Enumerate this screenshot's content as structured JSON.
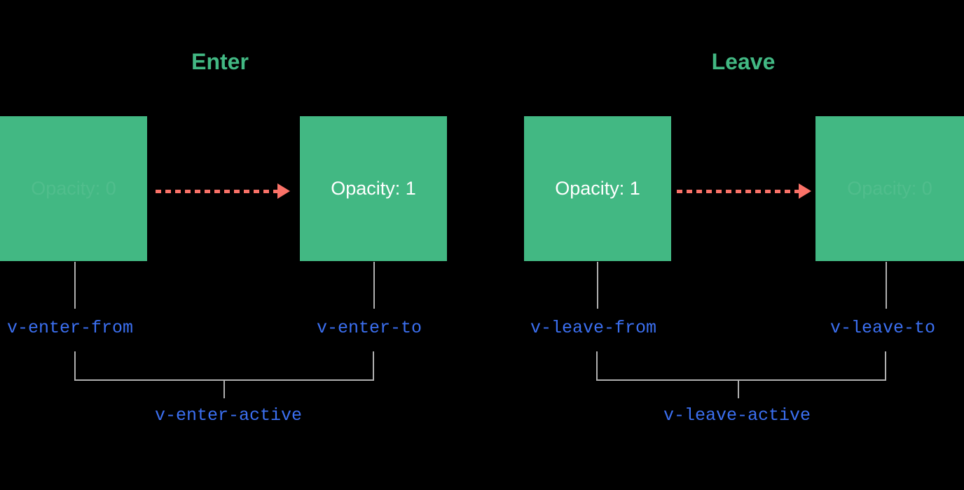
{
  "diagram": {
    "background_color": "#000000",
    "box_color": "#42B883",
    "arrow_color": "#FA7268",
    "label_color": "#3B6FF0",
    "connector_color": "#B0B0B0",
    "title_color": "#42B883",
    "sections": [
      {
        "title": "Enter",
        "boxes": [
          {
            "text": "Opacity: 0",
            "faded": true
          },
          {
            "text": "Opacity: 1",
            "faded": false
          }
        ],
        "state_labels": [
          {
            "text": "v-enter-from"
          },
          {
            "text": "v-enter-to"
          }
        ],
        "active_label": "v-enter-active"
      },
      {
        "title": "Leave",
        "boxes": [
          {
            "text": "Opacity: 1",
            "faded": false
          },
          {
            "text": "Opacity: 0",
            "faded": true
          }
        ],
        "state_labels": [
          {
            "text": "v-leave-from"
          },
          {
            "text": "v-leave-to"
          }
        ],
        "active_label": "v-leave-active"
      }
    ]
  }
}
